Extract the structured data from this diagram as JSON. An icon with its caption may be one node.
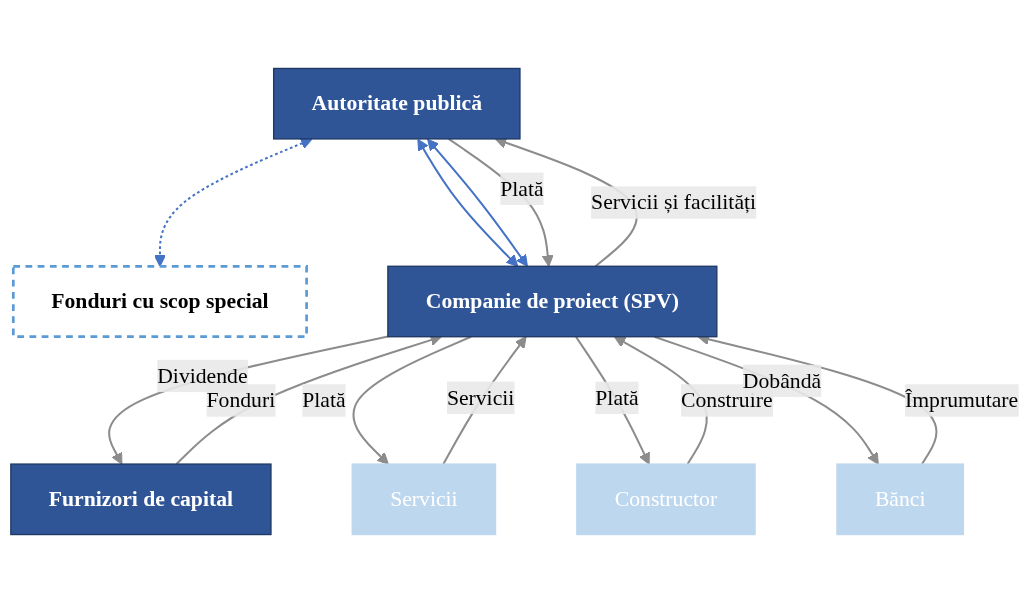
{
  "diagram": {
    "nodes": [
      {
        "text": [
          "Autoritate publică"
        ]
      },
      {
        "text": [
          "Fonduri cu scop special"
        ]
      },
      {
        "text": [
          "Companie de proiect (SPV)"
        ]
      },
      {
        "text": [
          "Furnizori de capital"
        ]
      },
      {
        "text": [
          "Servicii"
        ]
      },
      {
        "text": [
          "Constructor"
        ]
      },
      {
        "text": [
          "Bănci"
        ]
      }
    ],
    "edges": [
      {
        "from": 2,
        "to": 0,
        "arrow": "to",
        "label": "Servicii și facilități"
      },
      {
        "from": 0,
        "to": 2,
        "arrow": "both",
        "color": "#4472c4"
      },
      {
        "from": 0,
        "to": 2,
        "arrow": "both",
        "color": "#4472c4"
      },
      {
        "from": 0,
        "to": 2,
        "arrow": "to",
        "label": "Plată"
      },
      {
        "from": 0,
        "to": 1,
        "arrow": "both",
        "style": "dashed",
        "color": "#4472c4"
      },
      {
        "from": 3,
        "to": 2,
        "arrow": "to",
        "label": "Fonduri"
      },
      {
        "from": 2,
        "to": 3,
        "arrow": "to",
        "label": "Dividende"
      },
      {
        "from": 2,
        "to": 4,
        "arrow": "to",
        "label": "Plată"
      },
      {
        "from": 4,
        "to": 2,
        "arrow": "to",
        "label": "Servicii"
      },
      {
        "from": 2,
        "to": 5,
        "arrow": "to",
        "label": "Plată"
      },
      {
        "from": 5,
        "to": 2,
        "arrow": "to",
        "label": "Construire"
      },
      {
        "from": 6,
        "to": 2,
        "arrow": "to",
        "label": "Împrumutare"
      },
      {
        "from": 2,
        "to": 6,
        "arrow": "to",
        "label": "Dobândă"
      }
    ]
  }
}
